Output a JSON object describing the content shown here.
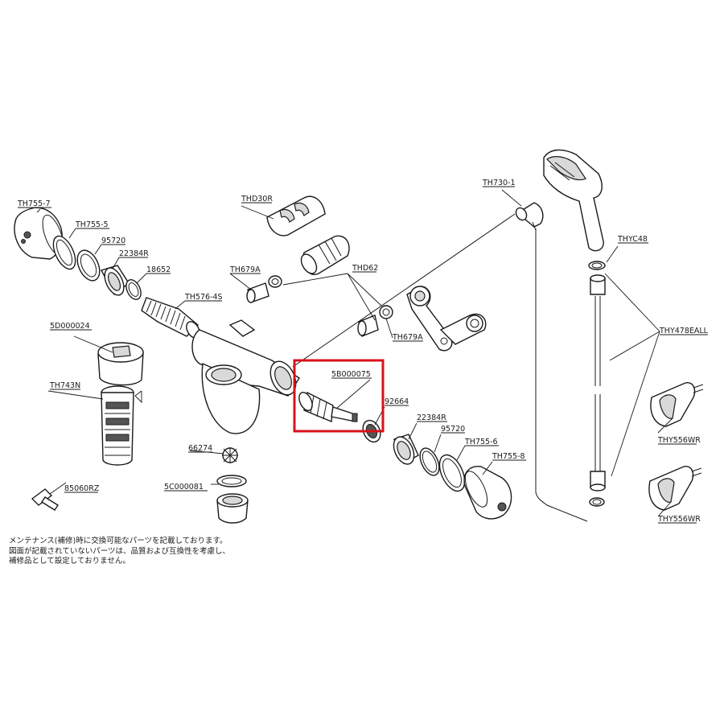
{
  "diagram": {
    "labels": {
      "th755_7": "TH755-7",
      "th755_5": "TH755-5",
      "p95720_l": "95720",
      "p22384r_l": "22384R",
      "p18652": "18652",
      "th576_4s": "TH576-4S",
      "p5d000024": "5D000024",
      "th743n": "TH743N",
      "p85060rz": "85060RZ",
      "p66274": "66274",
      "p5c000081": "5C000081",
      "thd30r": "THD30R",
      "th679a_1": "TH679A",
      "thd62": "THD62",
      "th679a_2": "TH679A",
      "p5b000075": "5B000075",
      "p92664": "92664",
      "p22384r_r": "22384R",
      "p95720_r": "95720",
      "th755_6": "TH755-6",
      "th755_8": "TH755-8",
      "th730_1": "TH730-1",
      "thyc48": "THYC48",
      "thy478eall": "THY478EALL",
      "thy556wr_1": "THY556WR",
      "thy556wr_2": "THY556WR"
    },
    "highlight_color": "#d9111c"
  },
  "note": {
    "line1": "メンテナンス(補修)時に交換可能なパーツを記載しております。",
    "line2": "図面が記載されていないパーツは、品質および互換性を考慮し、",
    "line3": "補修品として設定しておりません。"
  }
}
